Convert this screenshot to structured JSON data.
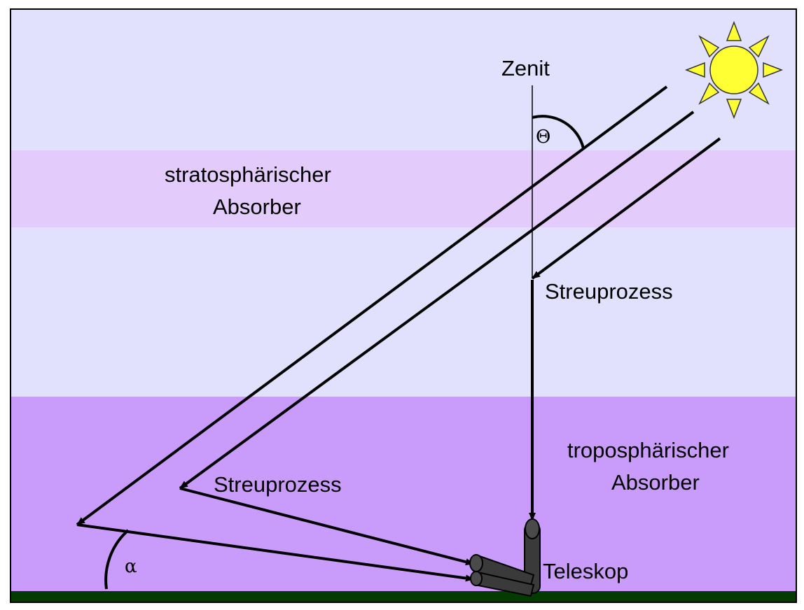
{
  "labels": {
    "zenith": "Zenit",
    "theta": "Θ",
    "alpha": "α",
    "strato_line1": "stratosphärischer",
    "strato_line2": "Absorber",
    "tropo_line1": "troposphärischer",
    "tropo_line2": "Absorber",
    "scatter_upper": "Streuprozess",
    "scatter_lower": "Streuprozess",
    "telescope": "Teleskop"
  },
  "colors": {
    "sky": "#e1e1fd",
    "stratosphere_band": "#e3cbfb",
    "troposphere_band": "#c99bfb",
    "ground": "#033b03",
    "sun_fill": "#ffff33",
    "telescope_fill": "#3a3a3a",
    "ray": "#000000"
  }
}
